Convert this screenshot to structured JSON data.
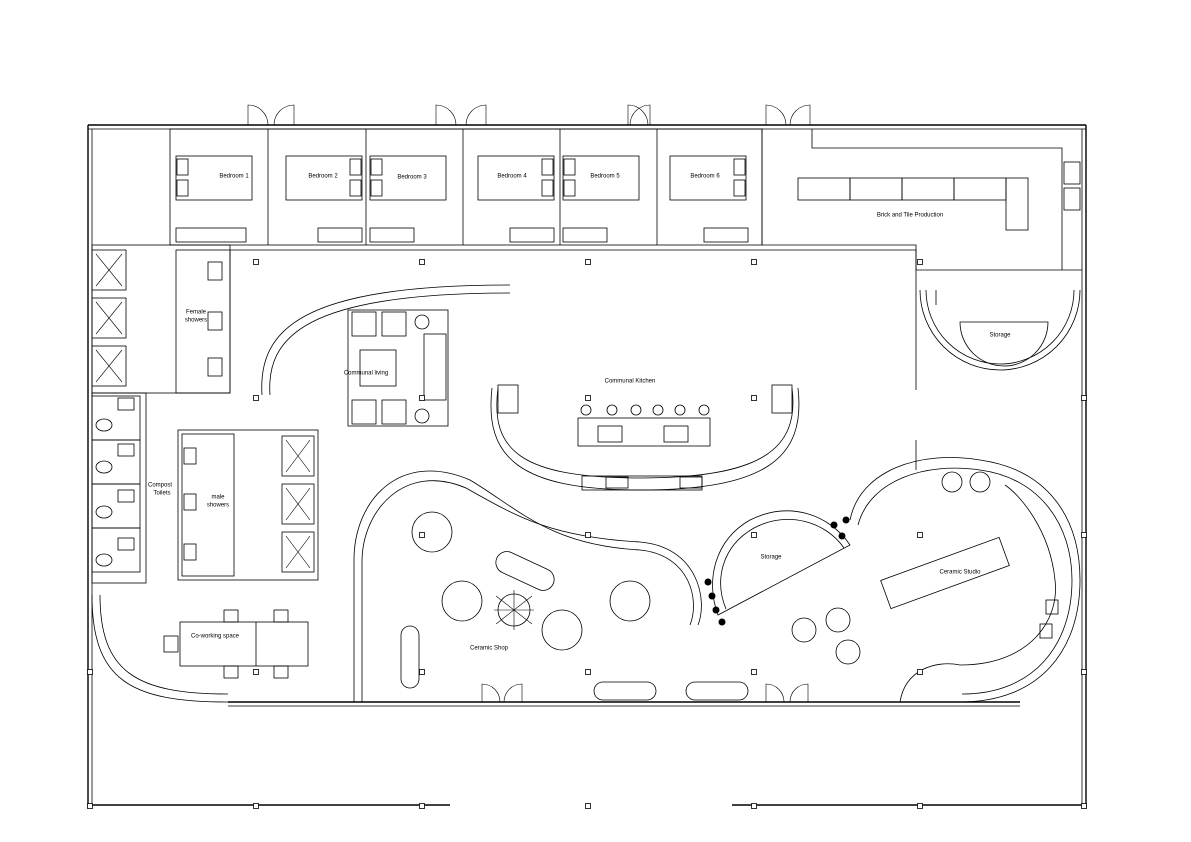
{
  "rooms": {
    "bedroom_1": "Bedroom 1",
    "bedroom_2": "Bedroom 2",
    "bedroom_3": "Bedroom 3",
    "bedroom_4": "Bedroom 4",
    "bedroom_5": "Bedroom 5",
    "bedroom_6": "Bedroom 6",
    "brick_tile": "Brick and Tile Production",
    "storage_east": "Storage",
    "female_showers_1": "Female",
    "female_showers_2": "showers",
    "communal_living": "Communal living",
    "communal_kitchen": "Communal Kitchen",
    "compost_toilets_1": "Compost",
    "compost_toilets_2": "Toilets",
    "male_showers_1": "male",
    "male_showers_2": "showers",
    "storage_middle": "Storage",
    "ceramic_studio": "Ceramic Studio",
    "coworking": "Co-working space",
    "ceramic_shop": "Ceramic Shop"
  }
}
